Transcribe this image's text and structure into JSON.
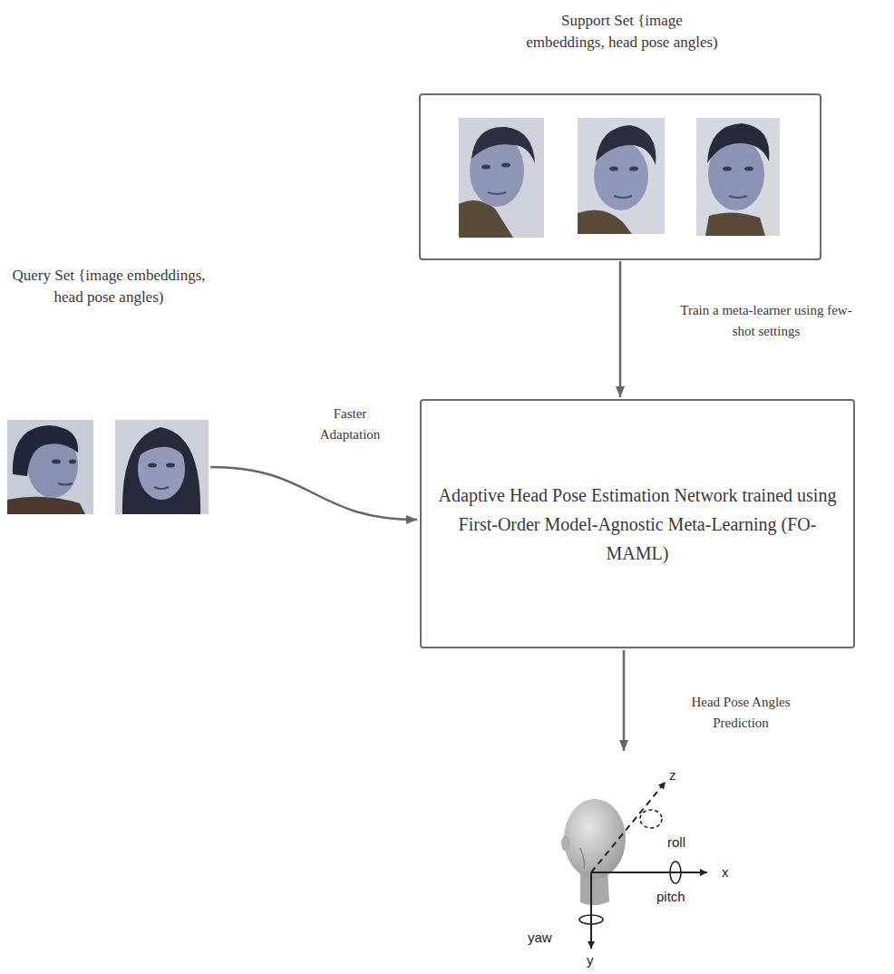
{
  "diagram": {
    "nodes": [
      {
        "text": [
          "Support Set {image embeddings, head pose angles)"
        ]
      },
      {
        "text": [
          "Query Set {image embeddings, head pose angles)"
        ]
      },
      {
        "text": [
          "Adaptive Head Pose Estimation Network trained using First-Order Model-Agnostic Meta-Learning (FO-MAML)"
        ]
      }
    ],
    "edges": [
      {
        "from": 0,
        "to": 2,
        "arrow": "to",
        "label": "Train a meta-learner using few-shot settings"
      },
      {
        "from": 1,
        "to": 2,
        "arrow": "to",
        "label": "Faster Adaptation"
      }
    ],
    "labels": [
      "Head Pose Angles Prediction",
      "z",
      "roll",
      "x",
      "pitch",
      "yaw",
      "y"
    ]
  }
}
